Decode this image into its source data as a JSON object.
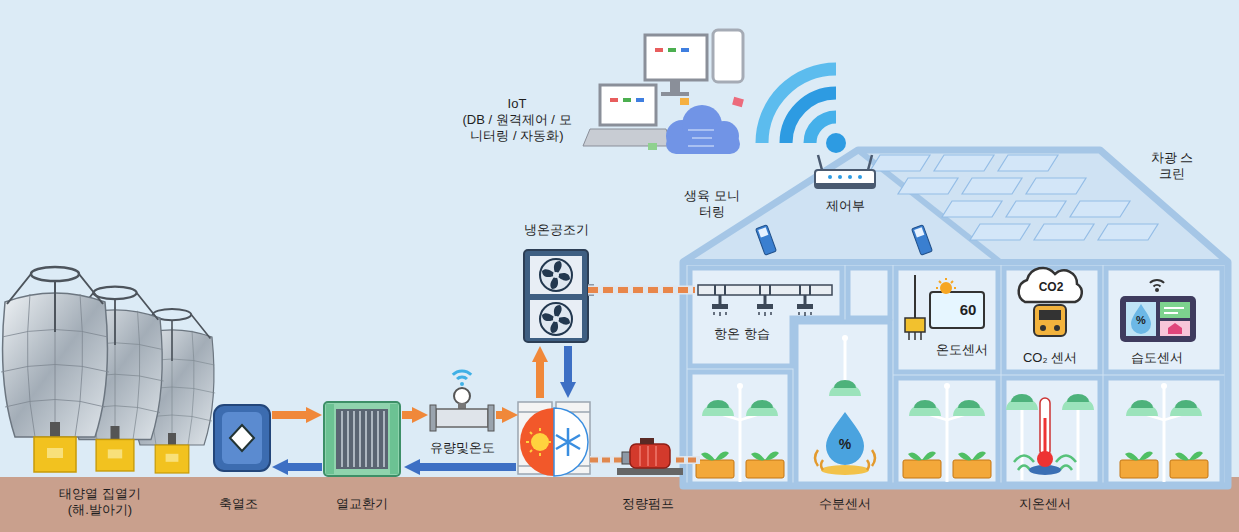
{
  "diagram": {
    "nodes": [
      {
        "text": [
          "IoT",
          "(DB / 원격제어 / 모니터링 / 자동화)"
        ]
      },
      {
        "text": [
          "생육 모니터링"
        ]
      },
      {
        "text": [
          "제어부"
        ]
      },
      {
        "text": [
          "차광 스크린"
        ]
      },
      {
        "text": [
          "냉온공조기"
        ]
      },
      {
        "text": [
          "항온 항습"
        ]
      },
      {
        "text": [
          "온도센서"
        ]
      },
      {
        "text": [
          "CO₂ 센서"
        ]
      },
      {
        "text": [
          "습도센서"
        ]
      },
      {
        "text": [
          "유량및온도"
        ]
      },
      {
        "text": [
          "태양열 집열기 (해.발아기)"
        ]
      },
      {
        "text": [
          "축열조"
        ]
      },
      {
        "text": [
          "열교환기"
        ]
      },
      {
        "text": [
          "정량펌프"
        ]
      },
      {
        "text": [
          "수분센서"
        ]
      },
      {
        "text": [
          "지온센서"
        ]
      }
    ],
    "edges": [
      {
        "from": 11,
        "to": 12,
        "arrow": "to"
      },
      {
        "from": 12,
        "to": 11,
        "arrow": "to"
      },
      {
        "from": 12,
        "to": 9,
        "arrow": "to"
      },
      {
        "from": 4,
        "to": 5,
        "arrow": "none"
      }
    ],
    "labels": [
      "60",
      "CO2",
      "%",
      "%"
    ]
  }
}
